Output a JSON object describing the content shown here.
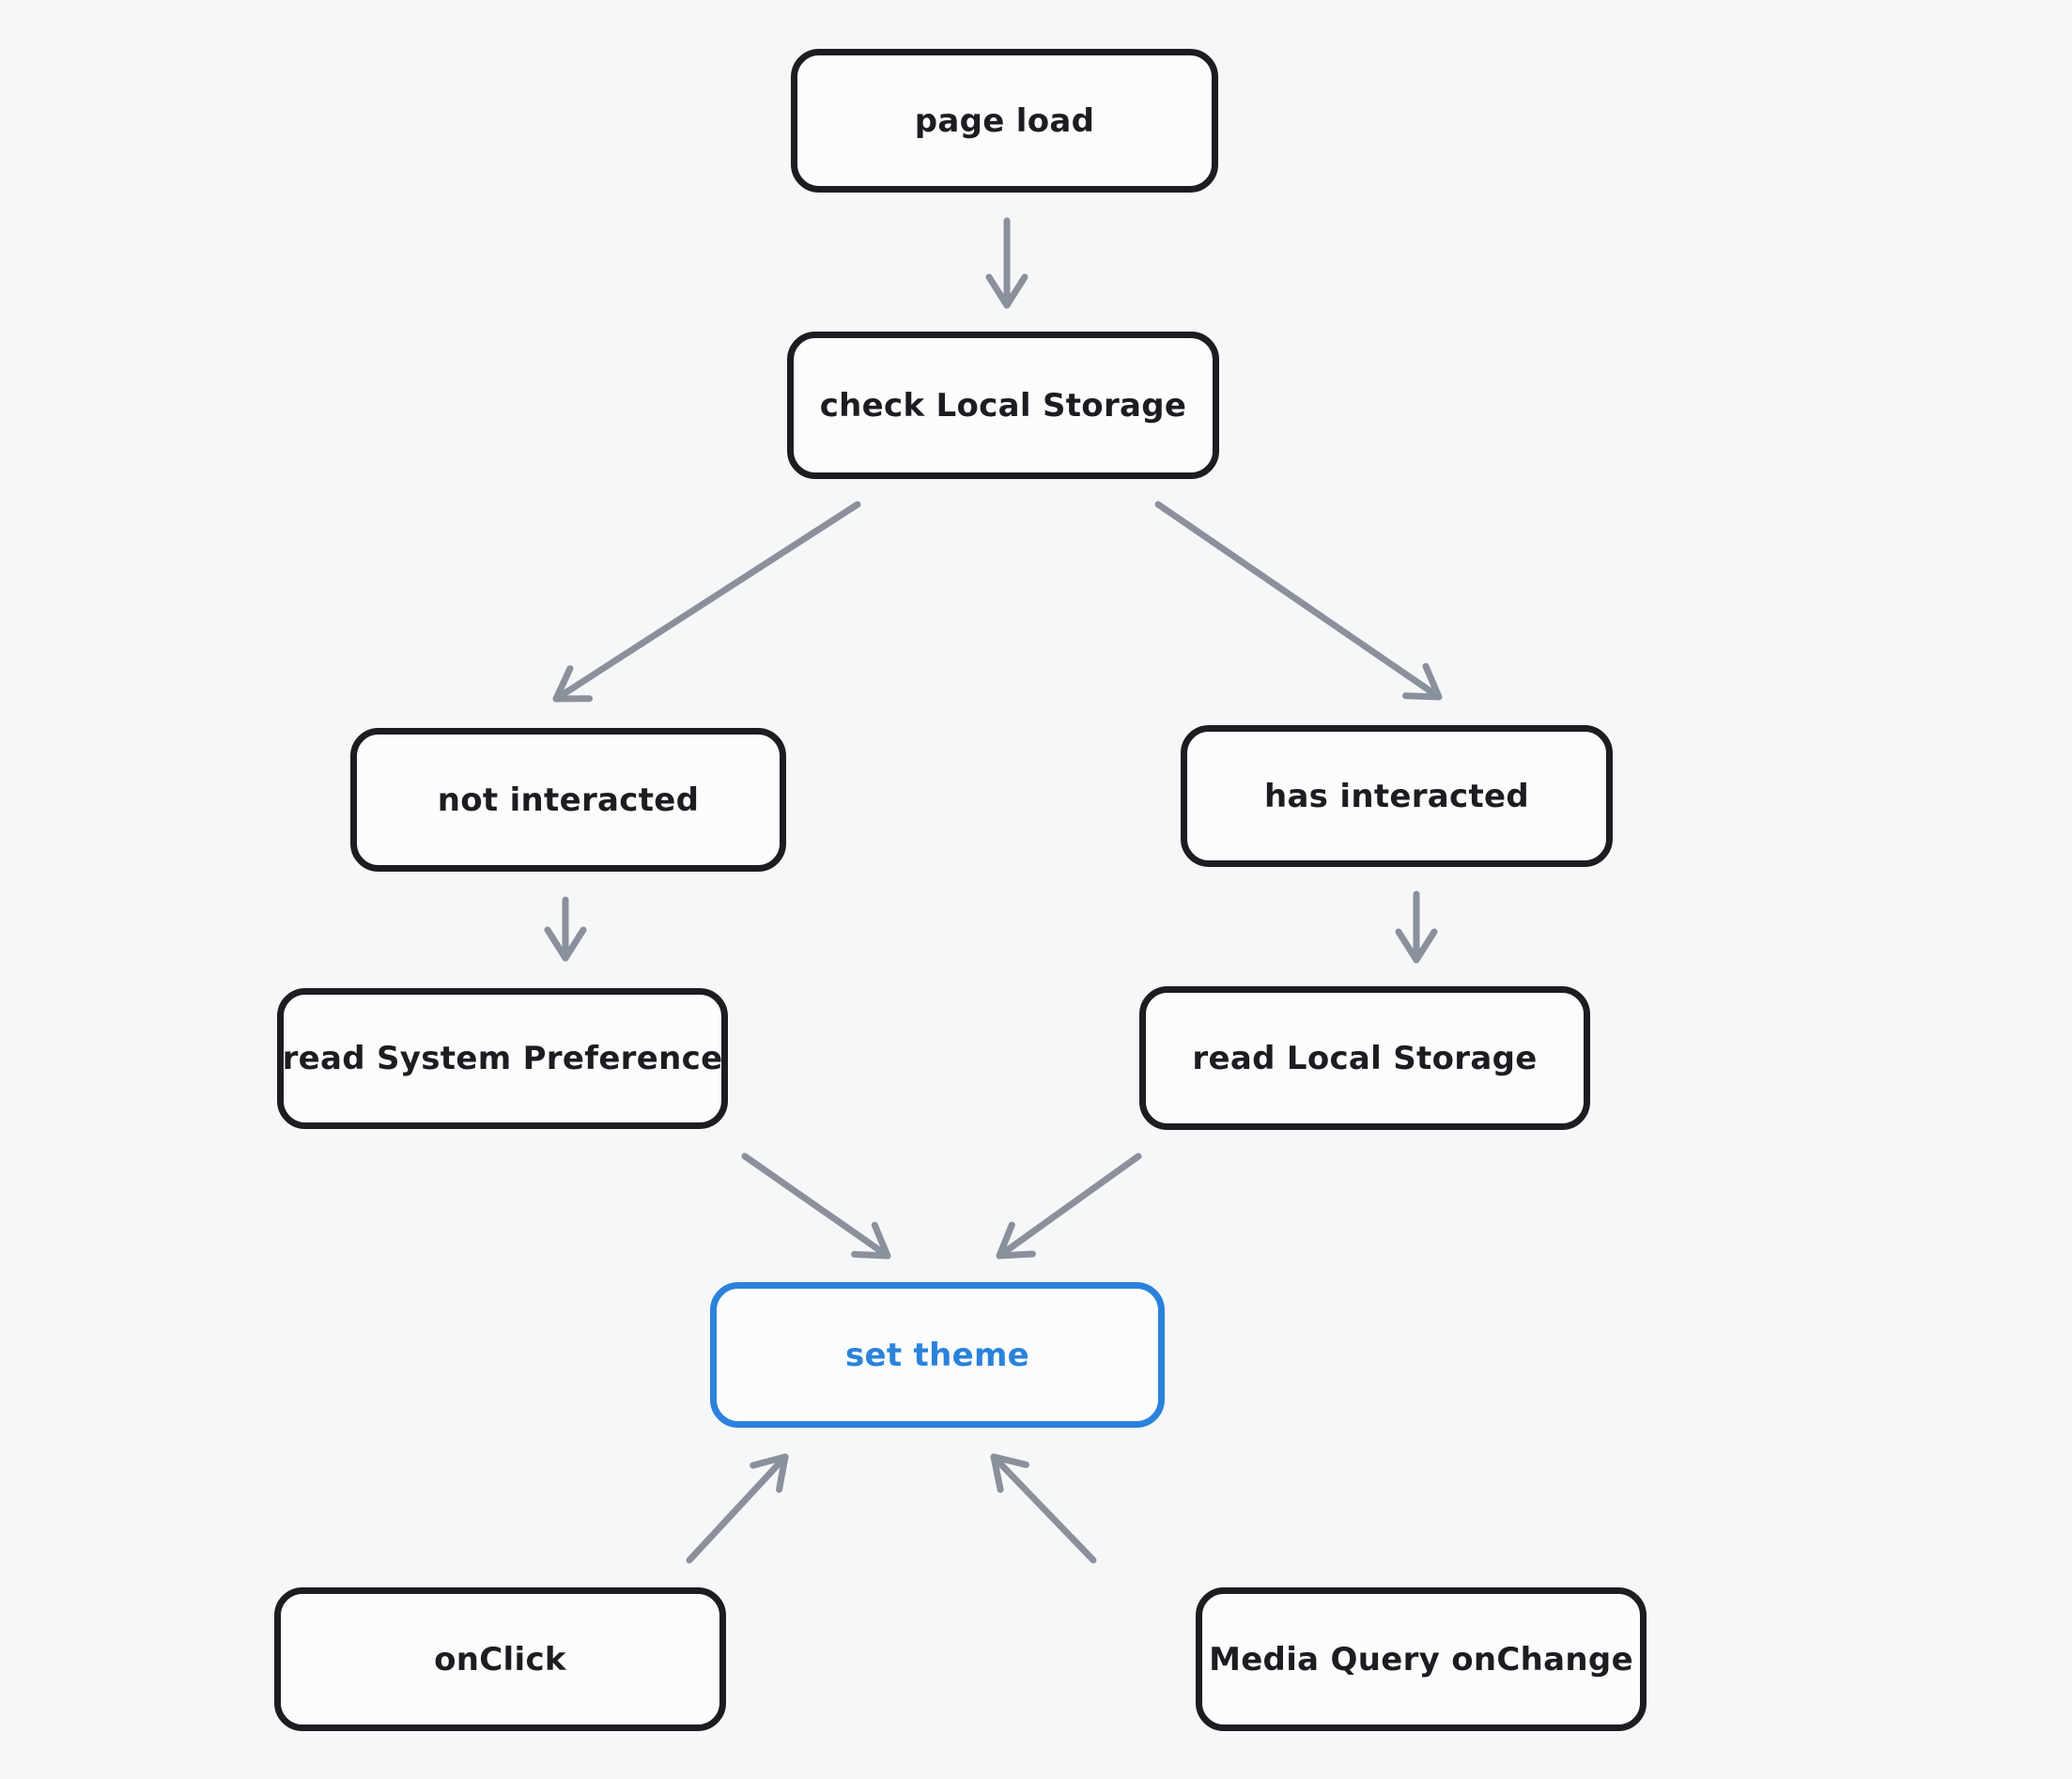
{
  "diagram": {
    "type": "flowchart",
    "colors": {
      "background": "#f6f7f9",
      "node_stroke": "#1d1d21",
      "node_fill": "#fbfcfd",
      "accent_blue": "#2a82dc",
      "arrow_gray": "#8a919c"
    },
    "nodes": {
      "page_load": {
        "label": "page load"
      },
      "check_local_storage": {
        "label": "check Local Storage"
      },
      "not_interacted": {
        "label": "not interacted"
      },
      "has_interacted": {
        "label": "has interacted"
      },
      "read_system_preference": {
        "label": "read System Preference"
      },
      "read_local_storage": {
        "label": "read Local Storage"
      },
      "set_theme": {
        "label": "set theme",
        "accent_color": "#2a82dc"
      },
      "onclick": {
        "label": "onClick"
      },
      "media_query_onchange": {
        "label": "Media Query onChange"
      }
    },
    "edges": [
      {
        "from": "page load",
        "to": "check Local Storage"
      },
      {
        "from": "check Local Storage",
        "to": "not interacted"
      },
      {
        "from": "check Local Storage",
        "to": "has interacted"
      },
      {
        "from": "not interacted",
        "to": "read System Preference"
      },
      {
        "from": "has interacted",
        "to": "read Local Storage"
      },
      {
        "from": "read System Preference",
        "to": "set theme"
      },
      {
        "from": "read Local Storage",
        "to": "set theme"
      },
      {
        "from": "onClick",
        "to": "set theme"
      },
      {
        "from": "Media Query onChange",
        "to": "set theme"
      }
    ]
  }
}
